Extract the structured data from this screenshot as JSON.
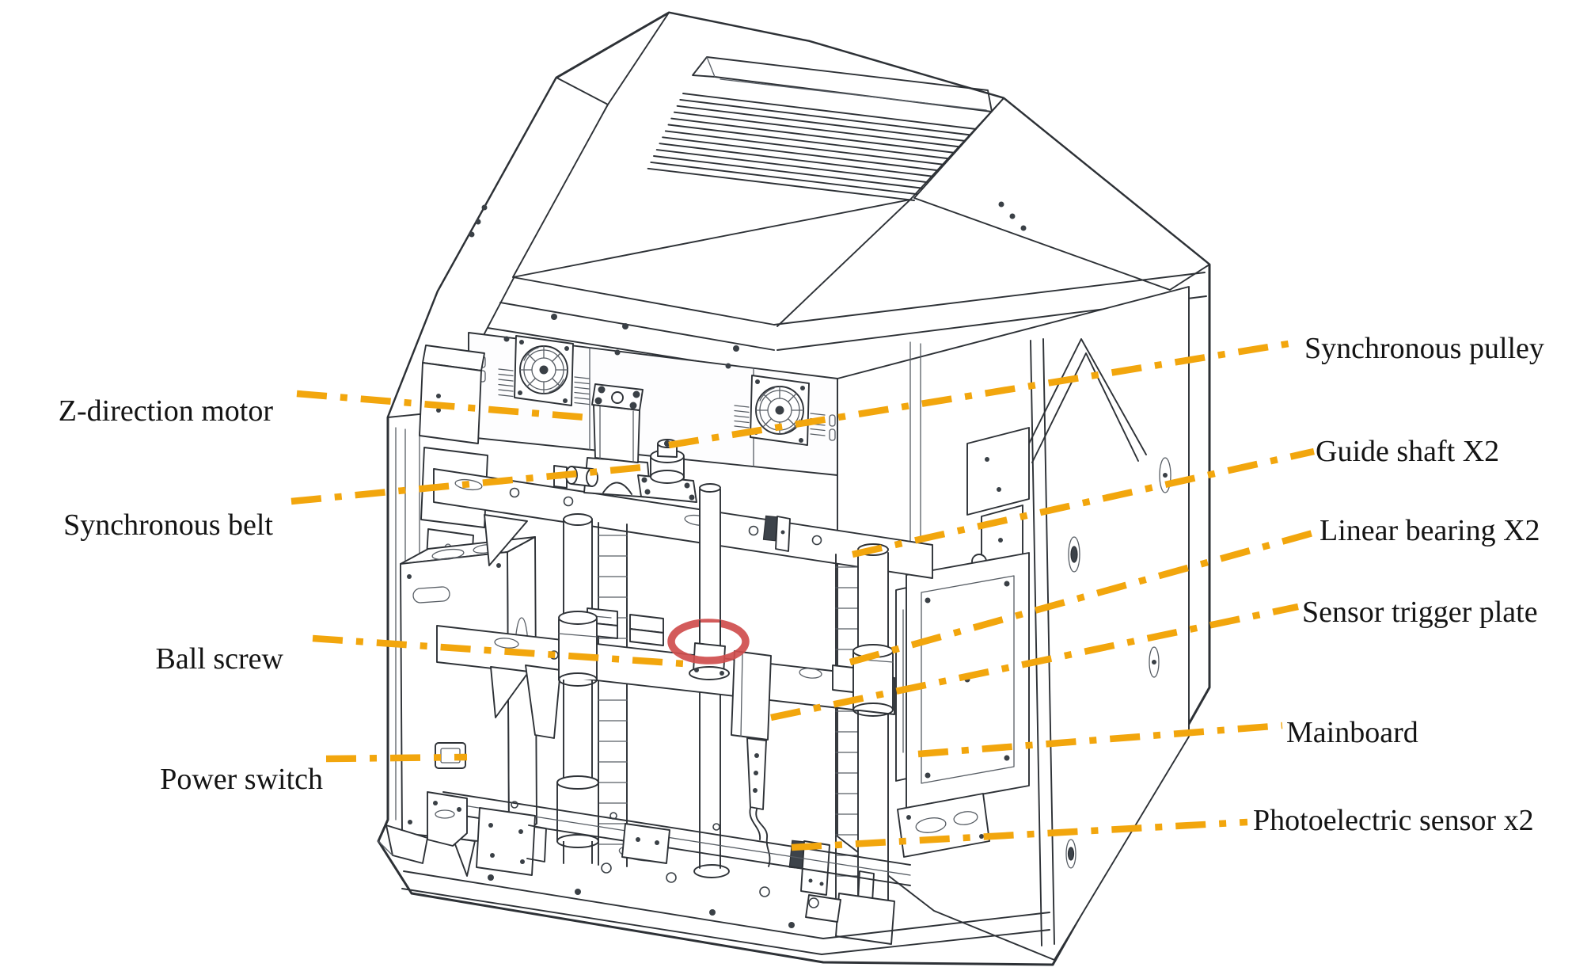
{
  "labels": {
    "left": [
      {
        "id": "z-direction-motor",
        "text": "Z-direction motor"
      },
      {
        "id": "synchronous-belt",
        "text": "Synchronous belt"
      },
      {
        "id": "ball-screw",
        "text": "Ball screw"
      },
      {
        "id": "power-switch",
        "text": "Power switch"
      }
    ],
    "right": [
      {
        "id": "synchronous-pulley",
        "text": "Synchronous pulley"
      },
      {
        "id": "guide-shaft",
        "text": "Guide shaft X2"
      },
      {
        "id": "linear-bearing",
        "text": "Linear bearing X2"
      },
      {
        "id": "sensor-trigger-plate",
        "text": "Sensor trigger plate"
      },
      {
        "id": "mainboard",
        "text": "Mainboard"
      },
      {
        "id": "photoelectric-sensor",
        "text": "Photoelectric sensor x2"
      }
    ]
  },
  "colors": {
    "leader_line": "#F2A60D",
    "highlight_ring": "#CF4D4D",
    "line_art": "#2D3136",
    "label_text": "#141414",
    "background": "#FFFFFF"
  }
}
